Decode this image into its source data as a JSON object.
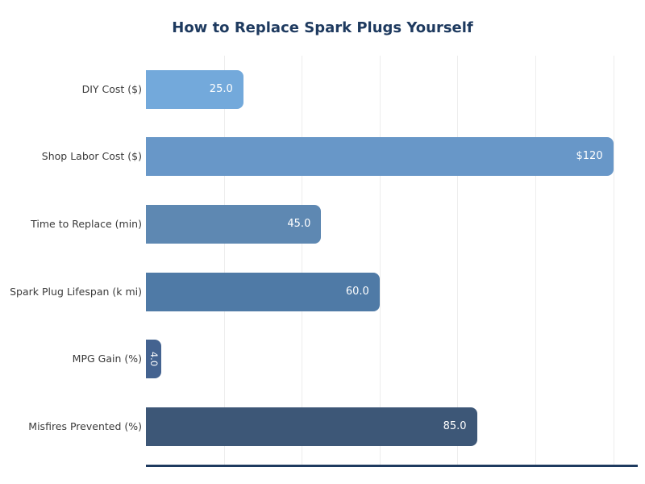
{
  "chart_data": {
    "type": "bar",
    "orientation": "horizontal",
    "title": "How to Replace Spark Plugs Yourself",
    "categories": [
      "DIY Cost ($)",
      "Shop Labor Cost ($)",
      "Time to Replace (min)",
      "Spark Plug Lifespan (k mi)",
      "MPG Gain (%)",
      "Misfires Prevented (%)"
    ],
    "values": [
      25,
      120,
      45,
      60,
      4,
      85
    ],
    "value_labels": [
      "25.0",
      "$120",
      "45.0",
      "60.0",
      "4.0",
      "85.0"
    ],
    "value_label_rotated": [
      false,
      false,
      false,
      false,
      true,
      false
    ],
    "bar_colors": [
      "#73a9db",
      "#6897c8",
      "#5e88b2",
      "#4f7aa6",
      "#446390",
      "#3d5777"
    ],
    "xlim": [
      0,
      126
    ],
    "xticks": [
      20,
      40,
      60,
      80,
      100,
      120
    ],
    "grid": true,
    "legend": false,
    "colors": {
      "title": "#1e3a5f",
      "axis_line": "#1e3a5f",
      "gridline": "#ededed",
      "category_label": "#3a3a3a",
      "value_label": "#ffffff",
      "background": "#ffffff"
    }
  }
}
